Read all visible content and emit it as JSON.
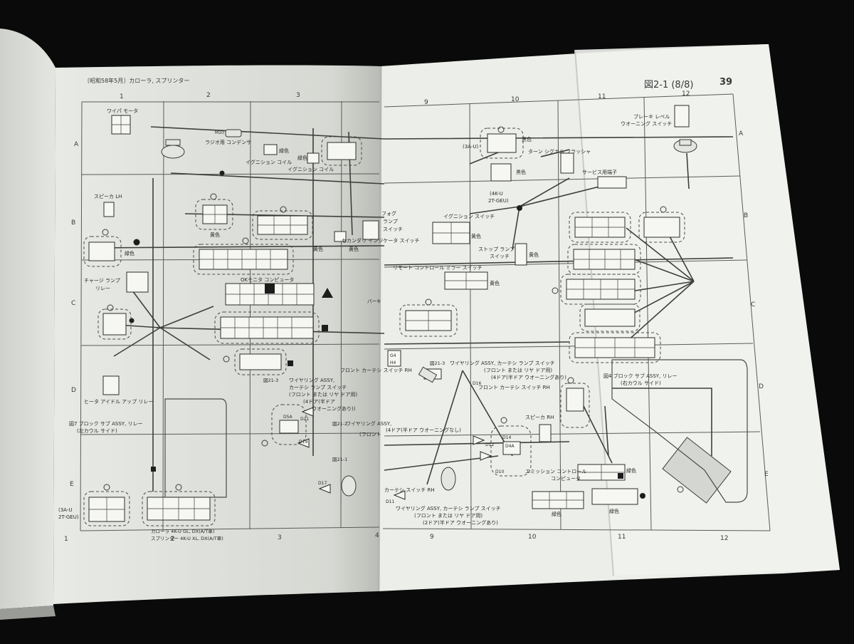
{
  "header": {
    "left_title": "〔昭和58年5月〕カローラ, スプリンター",
    "figure_no": "図2-1 (8/8)",
    "page_number": "39"
  },
  "grid": {
    "left_columns": [
      "1",
      "2",
      "3",
      "4"
    ],
    "right_columns": [
      "9",
      "10",
      "11",
      "12"
    ],
    "rows": [
      "A",
      "B",
      "C",
      "D",
      "E"
    ]
  },
  "left_page": {
    "wiper_motor": "ワイパ モータ",
    "radio_condenser": "ラジオ用 コンデンサ",
    "m10": "M10",
    "green_1": "緑色",
    "ignition_coil_1": "イグニション コイル",
    "green_2": "緑色",
    "ignition_coil_2": "イグニション コイル",
    "speaker_lh": "スピーカ LH",
    "yellow_1": "黄色",
    "yellow_2": "黄色",
    "green_3": "緑色",
    "charge_lamp_relay_1": "チャージ ランプ",
    "charge_lamp_relay_2": "リレー",
    "ok_monitor_computer": "OKモニタ コンピュータ",
    "heater_idle_relay": "ヒータ アイドル アップ リレー",
    "block_sub_assy_relay_left_1": "図7 ブロック サブ ASSY, リレー",
    "block_sub_assy_relay_left_2": "(左カウル サイド)",
    "corolla_models": "カローラ 4K-U GL, DX(A/T車)",
    "sprinter_models": "スプリンター 4K-U XL, DX(A/T車)",
    "engine_3a_u": "(3A-U",
    "engine_2t_geu": "2T-GEU)",
    "wiring_ref_21_3": "図21-3",
    "wiring_assy_1": "ワイヤリング ASSY,",
    "wiring_assy_2": "カーテシ ランプ スイッチ",
    "wiring_assy_3": "(フロント または リヤ ドア用)",
    "wiring_assy_4": "(4ドア(半ドア",
    "wiring_assy_5": "ウオーニングあり))",
    "d5a": "D5A",
    "d21": "D21",
    "d19": "D19",
    "d17": "D17",
    "d11": "D11",
    "front_courtesy_switch_rh": "フロント カーテシ スイッチ RH",
    "wiring_ref_21_2": "図21-2",
    "wiring_assy_b1": "ワイヤリング ASSY,",
    "wiring_assy_b2": "(フロント",
    "wiring_assy_b3": "(4ドア(半ドア ウオーニングなし)",
    "wiring_ref_21_1": "図21-1",
    "courtesy_switch_rh": "カーテシ スイッチ RH"
  },
  "right_page": {
    "brake_level_warning_switch_1": "ブレーキ レベル",
    "brake_level_warning_switch_2": "ウオーニング スイッチ",
    "engine_3a_u": "(3A-U)",
    "black_1": "黒色",
    "turn_signal_flasher": "ターン シグナル フラッシャ",
    "black_2": "黒色",
    "service_terminal": "サービス用端子",
    "engine_4k_u": "(4K-U",
    "engine_2t_geu": "2T-GEU)",
    "ignition_switch": "イグニション スイッチ",
    "fog_lamp_switch_1": "フォグ",
    "fog_lamp_switch_2": "ランプ",
    "fog_lamp_switch_3": "スイッチ",
    "secondary_indicator_switch": "セカンダリ インジケータ スイッチ",
    "yellow_3": "黄色",
    "yellow_4": "黄色",
    "stop_lamp_switch_1": "ストップ ランプ",
    "stop_lamp_switch_2": "スイッチ",
    "yellow_5": "黄色",
    "remote_control_mirror_switch": "リモート コントロール ミラー スイッチ",
    "yellow_6": "黄色",
    "front_courtesy_switch_rh": "フロント カーテシ スイッチ RH",
    "wiring_ref_21_3": "図21-3",
    "wiring_assy_1": "ワイヤリング ASSY, カーテシ ランプ スイッチ",
    "wiring_assy_2": "(フロント または リヤ ドア用)",
    "wiring_assy_3": "(4ドア(半ドア ウオーニングあり)",
    "d14": "D14",
    "d4a": "D4A",
    "d12": "D12",
    "d10": "D10",
    "d16": "D16",
    "speaker_rh": "スピーカ RH",
    "emission_control_computer_1": "エミッション コントロール",
    "emission_control_computer_2": "コンピュータ",
    "green_4": "緑色",
    "green_5": "緑色",
    "green_6": "緑色",
    "block_sub_assy_relay_right_1": "図4 ブロック サブ ASSY, リレー",
    "block_sub_assy_relay_right_2": "(右カウル サイド)",
    "wiring_bottom_1": "ワイヤリング ASSY, カーテシ ランプ スイッチ",
    "wiring_bottom_2": "(フロント または リヤ ドア用)",
    "wiring_bottom_3": "(2ドア(半ドア ウオーニングあり)",
    "g4": "G4",
    "h4": "H4",
    "partial_label": "パーキ"
  },
  "colors": {
    "background": "#0a0a0a",
    "paper": "#eef0ec",
    "paper_shade": "#d9dbd6",
    "ink": "#2a2a2a"
  }
}
